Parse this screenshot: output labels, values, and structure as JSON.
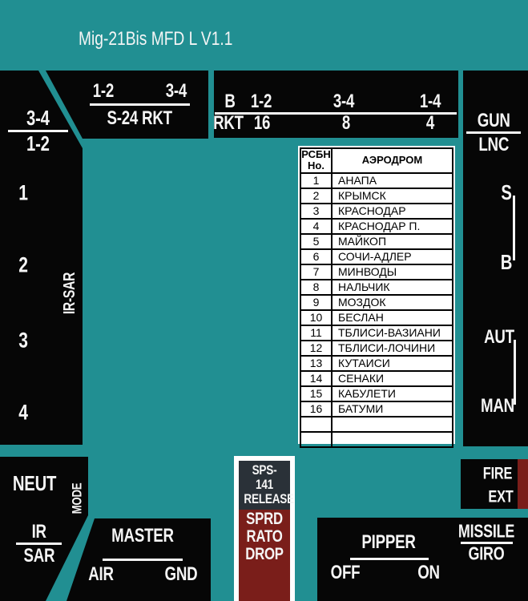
{
  "title": "Mig-21Bis MFD L V1.1",
  "colors": {
    "background": "#218F92",
    "panel_black": "#060606",
    "accent_red": "#7A1E1A",
    "slate": "#2A3138",
    "text_white": "#F5F5F5"
  },
  "left_panel": {
    "selector_top": "3-4",
    "selector_bottom": "1-2",
    "station_buttons": [
      "1",
      "2",
      "3",
      "4"
    ],
    "side_label": "IR-SAR"
  },
  "s24_panel": {
    "top_left": "1-2",
    "top_right": "3-4",
    "label": "S-24 RKT"
  },
  "rkt_panel": {
    "rows": [
      [
        "B",
        "1-2",
        "3-4",
        "1-4"
      ],
      [
        "RKT",
        "16",
        "8",
        "4"
      ]
    ]
  },
  "right_panel": {
    "selector_top": "GUN",
    "selector_bottom": "LNC",
    "toggle1_top": "S",
    "toggle1_bottom": "B",
    "toggle2_top": "AUT",
    "toggle2_bottom": "MAN"
  },
  "airfield_table": {
    "header_col1_line1": "РСБН",
    "header_col1_line2": "Но.",
    "header_col2": "АЭРОДРОМ",
    "rows": [
      [
        "1",
        "АНАПА"
      ],
      [
        "2",
        "КРЫМСК"
      ],
      [
        "3",
        "КРАСНОДАР"
      ],
      [
        "4",
        "КРАСНОДАР П."
      ],
      [
        "5",
        "МАЙКОП"
      ],
      [
        "6",
        "СОЧИ-АДЛЕР"
      ],
      [
        "7",
        "МИНВОДЫ"
      ],
      [
        "8",
        "НАЛЬЧИК"
      ],
      [
        "9",
        "МОЗДОК"
      ],
      [
        "10",
        "БЕСЛАН"
      ],
      [
        "11",
        "ТБЛИСИ-ВАЗИАНИ"
      ],
      [
        "12",
        "ТБЛИСИ-ЛОЧИНИ"
      ],
      [
        "13",
        "КУТАИСИ"
      ],
      [
        "14",
        "СЕНАКИ"
      ],
      [
        "15",
        "КАБУЛЕТИ"
      ],
      [
        "16",
        "БАТУМИ"
      ],
      [
        "",
        ""
      ],
      [
        "",
        ""
      ]
    ]
  },
  "mode_panel": {
    "neut_label": "NEUT",
    "side_label": "MODE",
    "selector_top": "IR",
    "selector_bottom": "SAR"
  },
  "master_panel": {
    "label": "MASTER",
    "left": "AIR",
    "right": "GND"
  },
  "sps_panel": {
    "line1": "SPS-141",
    "line2": "RELEASE",
    "red_lines": [
      "SPRD",
      "RATO",
      "DROP"
    ]
  },
  "fire_panel": {
    "line1": "FIRE",
    "line2": "EXT"
  },
  "pipper_panel": {
    "label": "PIPPER",
    "left": "OFF",
    "right": "ON",
    "missile_top": "MISSILE",
    "missile_bottom": "GIRO"
  }
}
